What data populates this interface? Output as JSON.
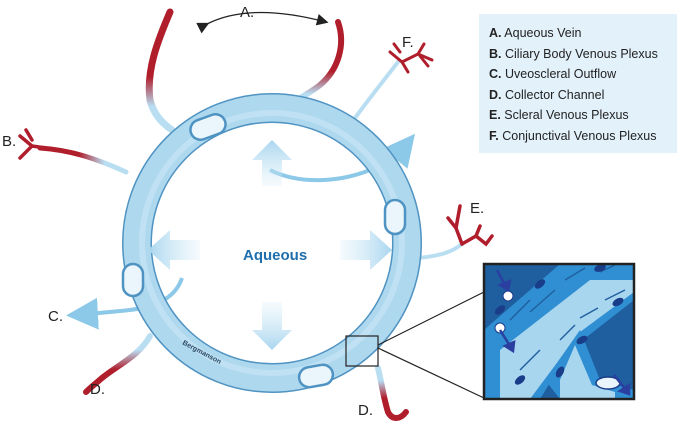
{
  "diagram": {
    "center_label": "Aqueous",
    "signature": "Bergmanson",
    "labels": {
      "a": "A.",
      "b": "B.",
      "c": "C.",
      "d1": "D.",
      "d2": "D.",
      "e": "E.",
      "f": "F."
    }
  },
  "legend": {
    "items": [
      {
        "letter": "A.",
        "text": "Aqueous Vein"
      },
      {
        "letter": "B.",
        "text": "Ciliary Body Venous Plexus"
      },
      {
        "letter": "C.",
        "text": "Uveoscleral Outflow"
      },
      {
        "letter": "D.",
        "text": "Collector Channel"
      },
      {
        "letter": "E.",
        "text": "Scleral Venous Plexus"
      },
      {
        "letter": "F.",
        "text": "Conjunctival Venous Plexus"
      }
    ]
  },
  "colors": {
    "ring": "#aed8ee",
    "ring_edge": "#4f93c2",
    "vein_red": "#b01e2c",
    "vessel_light": "#b9def2",
    "inset_bg": "#1f5f9f",
    "inset_cells": "#2f8fd2",
    "inset_nuclei": "#1a3d8a",
    "legend_bg": "#e3f1fb",
    "text": "#222222",
    "aqueous_text": "#1f6fae"
  }
}
